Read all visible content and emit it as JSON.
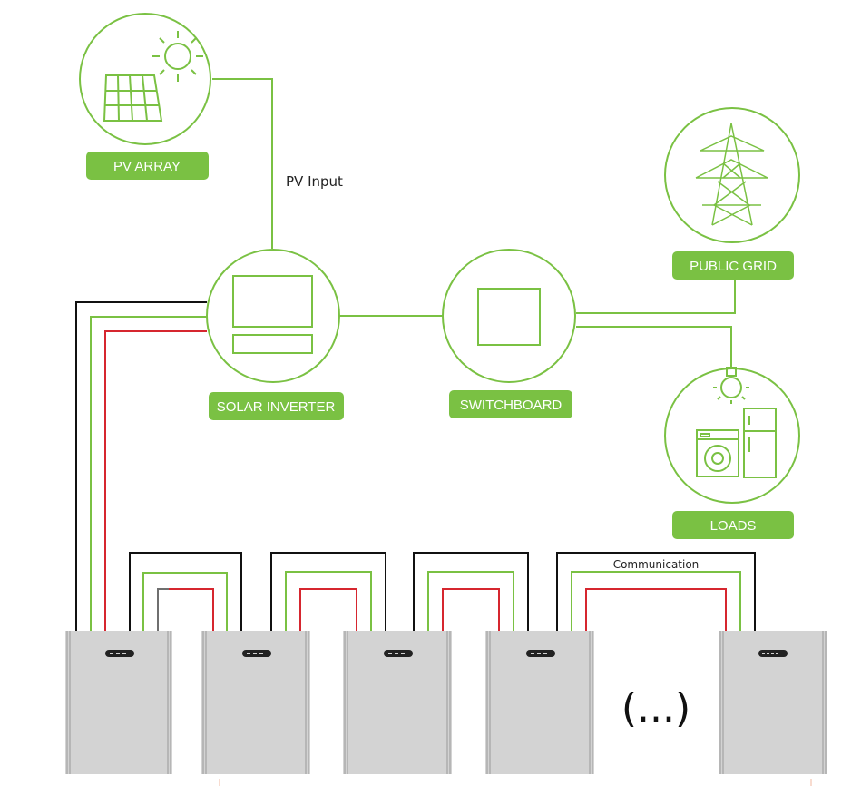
{
  "colors": {
    "green": "#7ac143",
    "black": "#111111",
    "red": "#d6262f",
    "battery_fill": "#d3d3d3",
    "battery_edge": "#9a9a9a"
  },
  "nodes": {
    "pv_array": {
      "label": "PV ARRAY",
      "icon": "solar-panel-with-sun"
    },
    "solar_inverter": {
      "label": "SOLAR INVERTER",
      "icon": "inverter"
    },
    "switchboard": {
      "label": "SWITCHBOARD",
      "icon": "switchboard"
    },
    "public_grid": {
      "label": "PUBLIC GRID",
      "icon": "power-pylon"
    },
    "loads": {
      "label": "LOADS",
      "icon": "appliances-with-lightbulb"
    }
  },
  "connections": {
    "pv_input": "PV Input",
    "communication": "Communication"
  },
  "batteries": {
    "count_shown": 5,
    "ellipsis": "(...)"
  }
}
